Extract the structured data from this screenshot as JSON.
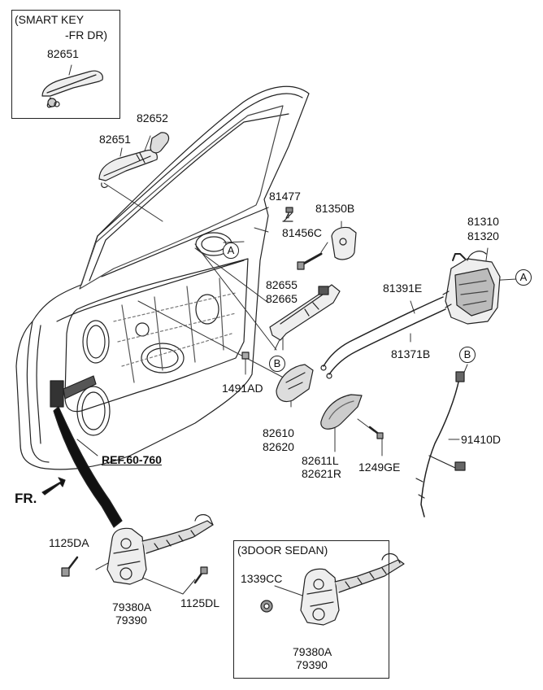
{
  "boxes": {
    "smart_key_title": "(SMART KEY",
    "smart_key_sub": "-FR DR)",
    "sedan_title": "(3DOOR SEDAN)"
  },
  "labels": {
    "p82651_box": "82651",
    "p82651": "82651",
    "p82652": "82652",
    "p81477": "81477",
    "p81350B": "81350B",
    "p81456C": "81456C",
    "p81310": "81310",
    "p81320": "81320",
    "p82655": "82655",
    "p82665": "82665",
    "p81391E": "81391E",
    "p81371B": "81371B",
    "p1491AD": "1491AD",
    "p82610": "82610",
    "p82620": "82620",
    "p82611L": "82611L",
    "p82621R": "82621R",
    "p1249GE": "1249GE",
    "p91410D": "91410D",
    "ref": "REF.60-760",
    "fr": "FR.",
    "p1125DA": "1125DA",
    "p1125DL": "1125DL",
    "p79380A": "79380A",
    "p79390": "79390",
    "p1339CC": "1339CC",
    "p79380A_b": "79380A",
    "p79390_b": "79390"
  },
  "callouts": {
    "A1": "A",
    "A2": "A",
    "B1": "B",
    "B2": "B"
  }
}
